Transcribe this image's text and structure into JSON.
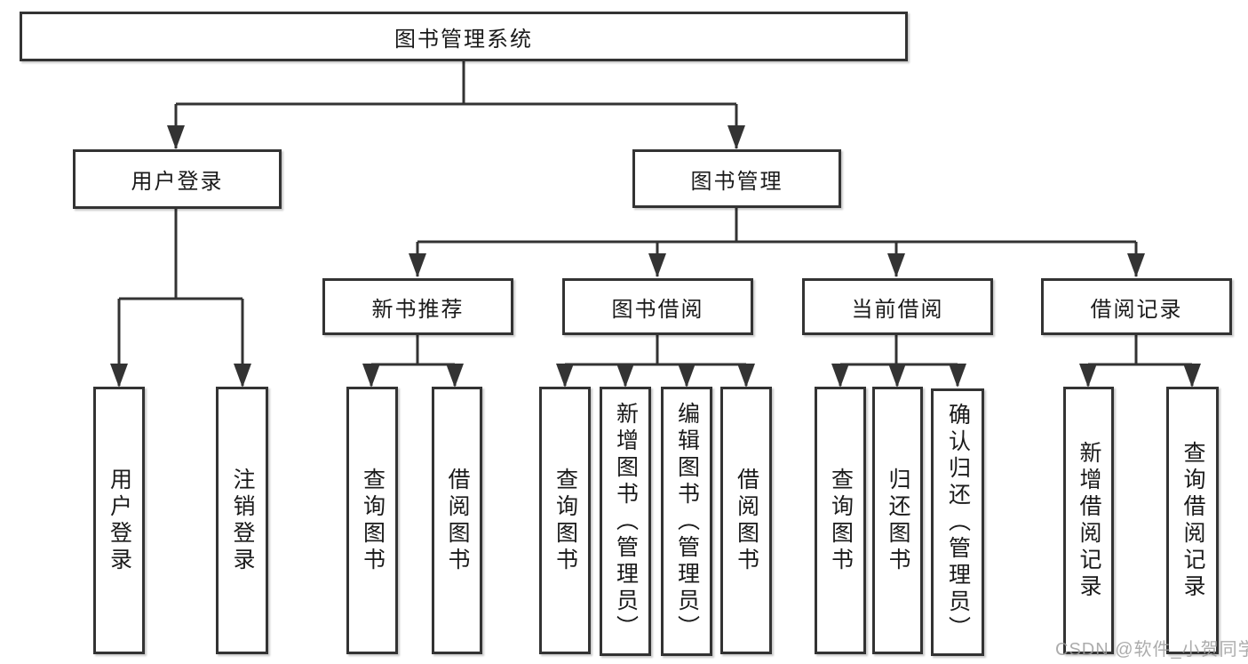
{
  "diagram_title": "图书管理系统",
  "tree": {
    "root": "图书管理系统",
    "level1": [
      {
        "label": "用户登录"
      },
      {
        "label": "图书管理"
      }
    ],
    "level2": [
      {
        "label": "新书推荐"
      },
      {
        "label": "图书借阅"
      },
      {
        "label": "当前借阅"
      },
      {
        "label": "借阅记录"
      }
    ],
    "leaves": {
      "user_login": [
        "用户登录",
        "注销登录"
      ],
      "new_books": [
        "查询图书",
        "借阅图书"
      ],
      "book_borrow": [
        "查询图书",
        "新增图书（管理员）",
        "编辑图书（管理员）",
        "借阅图书"
      ],
      "current_borrow": [
        "查询图书",
        "归还图书",
        "确认归还（管理员）"
      ],
      "borrow_records": [
        "新增借阅记录",
        "查询借阅记录"
      ]
    }
  },
  "watermark": "CSDN @软件_小贺同学",
  "colors": {
    "line": "#333333",
    "text": "#1a1a1a",
    "box_background": "#ffffff",
    "watermark": "#9e9e9e",
    "background": "#ffffff"
  }
}
